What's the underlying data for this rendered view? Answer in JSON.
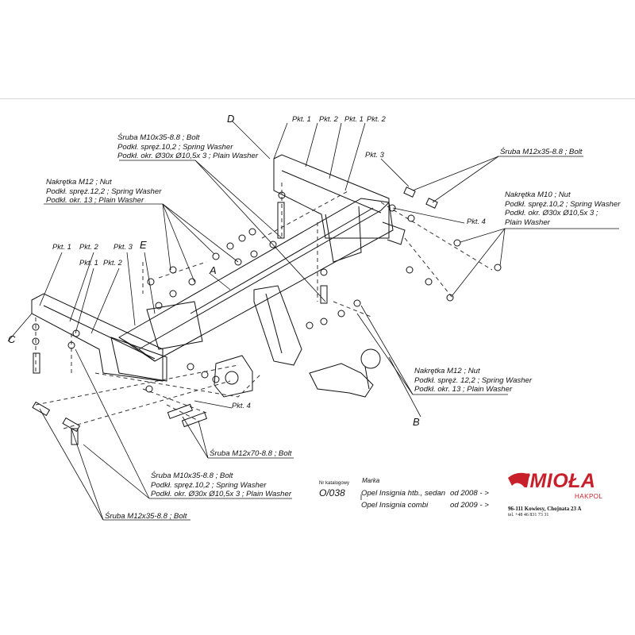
{
  "letters": {
    "a": "A",
    "b": "B",
    "c": "C",
    "d": "D",
    "e": "E"
  },
  "pkt": {
    "d1": "Pkt. 1",
    "d2": "Pkt. 2",
    "d3": "Pkt. 1",
    "d4": "Pkt. 2",
    "r3": "Pkt. 3",
    "r4": "Pkt. 4",
    "l1": "Pkt. 1",
    "l2": "Pkt. 2",
    "l3": "Pkt. 1",
    "l4": "Pkt. 2",
    "l5": "Pkt. 3",
    "b4": "Pkt. 4"
  },
  "callouts": {
    "top_bolt": [
      "Śruba M10x35-8.8 ;  Bolt",
      "Podkł. spręż.10,2 ; Spring Washer",
      "Podkł. okr.  Ø30x Ø10,5x 3 ; Plain Washer"
    ],
    "top_nut": [
      "Nakrętka  M12 ; Nut",
      "Podkł. spręż.12,2 ; Spring Washer",
      "Podkł. okr. 13 ; Plain Washer"
    ],
    "right_bolt": "Śruba M12x35-8.8 ;  Bolt",
    "right_nut": [
      "Nakrętka  M10 ; Nut",
      "Podkł. spręż.10,2 ; Spring Washer",
      "Podkł. okr.  Ø30x Ø10,5x 3 ;",
      "Plain Washer"
    ],
    "mid_nut": [
      "Nakrętka  M12 ; Nut",
      "Podkł. spręż. 12,2 ; Spring Washer",
      "Podkł. okr. 13 ; Plain Washer"
    ],
    "bolt_70": "Śruba M12x70-8.8 ;  Bolt",
    "bottom_bolt": [
      "Śruba M10x35-8.8 ;  Bolt",
      "Podkł. spręż.10,2 ; Spring Washer",
      "Podkł. okr.  Ø30x Ø10,5x 3 ; Plain Washer"
    ],
    "bottom_bolt2": "Śruba M12x35-8.8 ;  Bolt"
  },
  "catalog": {
    "nr_label": "Nr katalogowy",
    "marka_label": "Marka",
    "code": "O/038",
    "model1": "Opel Insignia htb., sedan",
    "model2": "Opel Insignia combi",
    "year1": "od 2008 - >",
    "year2": "od 2009 - >"
  },
  "logo": {
    "name": "IMIOŁA",
    "sub": "HAKPOL",
    "address": "96-111 Kowiesy, Chojnata 23 A",
    "tel": "tel. +48 46 831 73 31",
    "color": "#c8202b"
  }
}
